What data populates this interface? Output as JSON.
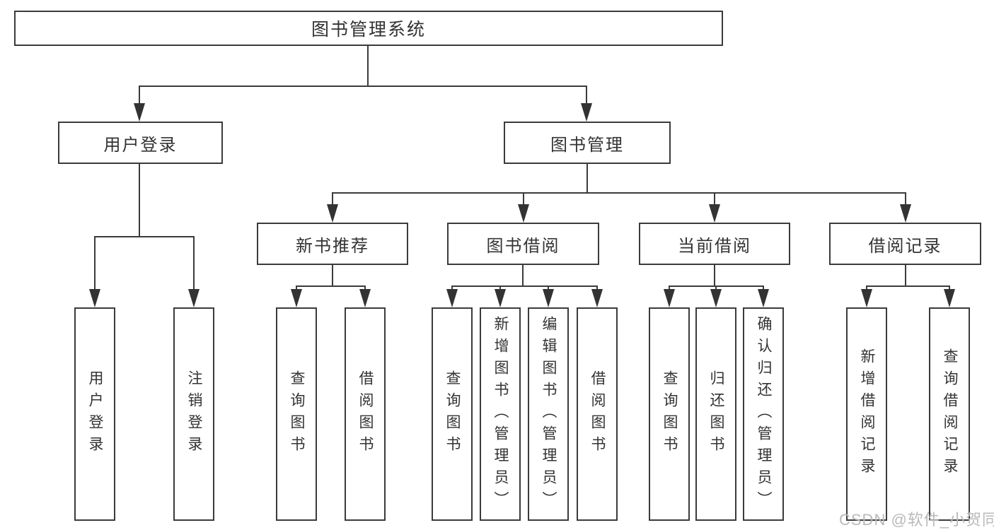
{
  "diagram_type": "functional-structure-tree",
  "root": {
    "label": "图书管理系统"
  },
  "level2": [
    {
      "label": "用户登录"
    },
    {
      "label": "图书管理"
    }
  ],
  "level3": [
    {
      "label": "新书推荐"
    },
    {
      "label": "图书借阅"
    },
    {
      "label": "当前借阅"
    },
    {
      "label": "借阅记录"
    }
  ],
  "leaves": [
    {
      "label": "用户登录",
      "parent": "用户登录"
    },
    {
      "label": "注销登录",
      "parent": "用户登录"
    },
    {
      "label": "查询图书",
      "parent": "新书推荐"
    },
    {
      "label": "借阅图书",
      "parent": "新书推荐"
    },
    {
      "label": "查询图书",
      "parent": "图书借阅"
    },
    {
      "label": "新增图书（管理员）",
      "parent": "图书借阅"
    },
    {
      "label": "编辑图书（管理员）",
      "parent": "图书借阅"
    },
    {
      "label": "借阅图书",
      "parent": "图书借阅"
    },
    {
      "label": "查询图书",
      "parent": "当前借阅"
    },
    {
      "label": "归还图书",
      "parent": "当前借阅"
    },
    {
      "label": "确认归还（管理员）",
      "parent": "当前借阅"
    },
    {
      "label": "新增借阅记录",
      "parent": "借阅记录"
    },
    {
      "label": "查询借阅记录",
      "parent": "借阅记录"
    }
  ],
  "watermark": "CSDN @软件_小贺同学",
  "colors": {
    "line": "#3b3b3b",
    "text": "#333333",
    "watermark": "#b9b9b9",
    "background": "#ffffff"
  }
}
